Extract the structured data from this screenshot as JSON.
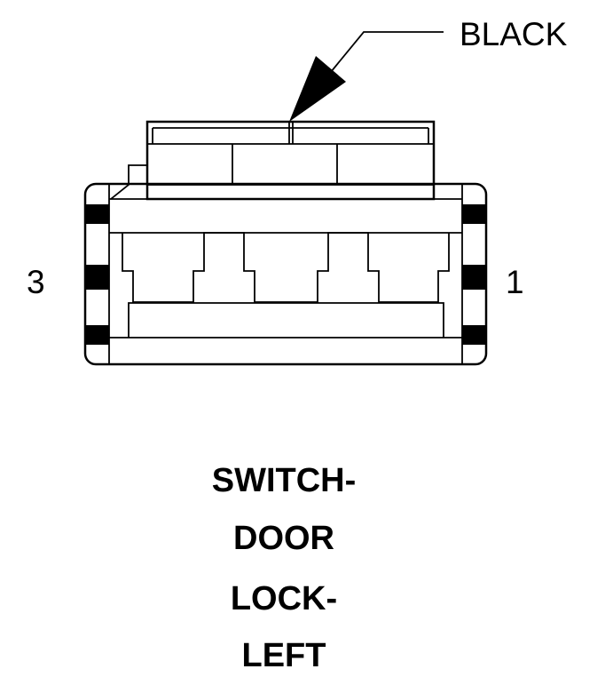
{
  "connector": {
    "color_label": "BLACK",
    "pin_left": "3",
    "pin_right": "1"
  },
  "caption": {
    "lines": [
      "SWITCH-",
      "DOOR",
      "LOCK-",
      "LEFT"
    ]
  }
}
